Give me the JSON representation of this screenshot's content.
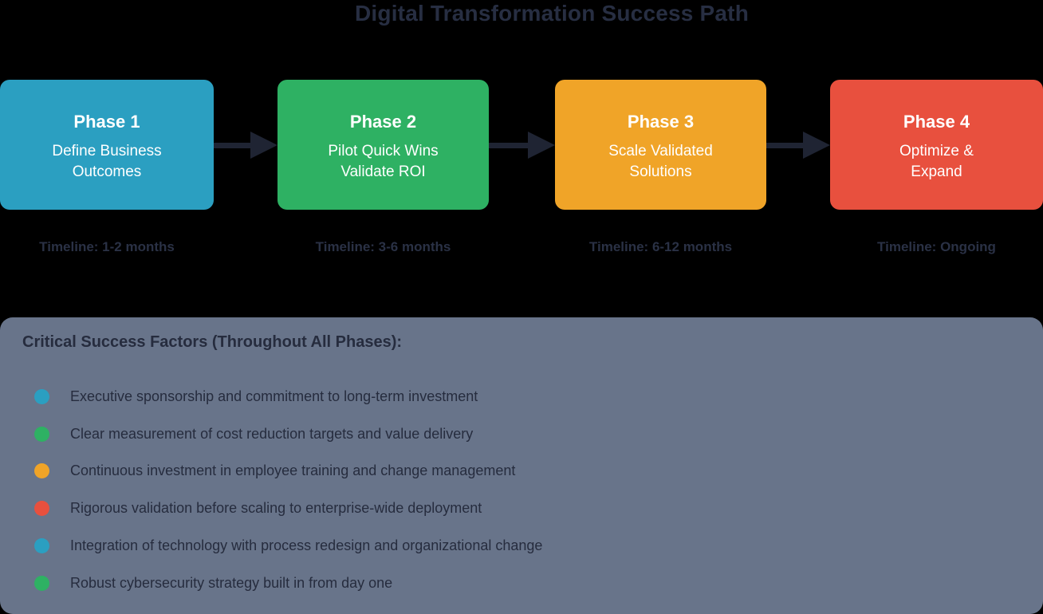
{
  "title": "Digital Transformation Success Path",
  "colors": {
    "teal": "#2B9FC1",
    "green": "#2EB163",
    "orange": "#F0A428",
    "red": "#E8503E",
    "panel_background": "#68748A",
    "arrow": "#1F2433",
    "dark_text": "#262C3E"
  },
  "phases": [
    {
      "title": "Phase 1",
      "lines": [
        "Define Business",
        "Outcomes"
      ],
      "timeline": "Timeline: 1-2 months",
      "color": "#2B9FC1"
    },
    {
      "title": "Phase 2",
      "lines": [
        "Pilot Quick Wins",
        "Validate ROI"
      ],
      "timeline": "Timeline: 3-6 months",
      "color": "#2EB163"
    },
    {
      "title": "Phase 3",
      "lines": [
        "Scale Validated",
        "Solutions"
      ],
      "timeline": "Timeline: 6-12 months",
      "color": "#F0A428"
    },
    {
      "title": "Phase 4",
      "lines": [
        "Optimize &",
        "Expand"
      ],
      "timeline": "Timeline: Ongoing",
      "color": "#E8503E"
    }
  ],
  "csf": {
    "header": "Critical Success Factors (Throughout All Phases):",
    "items": [
      {
        "dot_color": "#2B9FC1",
        "text": "Executive sponsorship and commitment to long-term investment"
      },
      {
        "dot_color": "#2EB163",
        "text": "Clear measurement of cost reduction targets and value delivery"
      },
      {
        "dot_color": "#F0A428",
        "text": "Continuous investment in employee training and change management"
      },
      {
        "dot_color": "#E8503E",
        "text": "Rigorous validation before scaling to enterprise-wide deployment"
      },
      {
        "dot_color": "#2B9FC1",
        "text": "Integration of technology with process redesign and organizational change"
      },
      {
        "dot_color": "#2EB163",
        "text": "Robust cybersecurity strategy built in from day one"
      }
    ]
  }
}
